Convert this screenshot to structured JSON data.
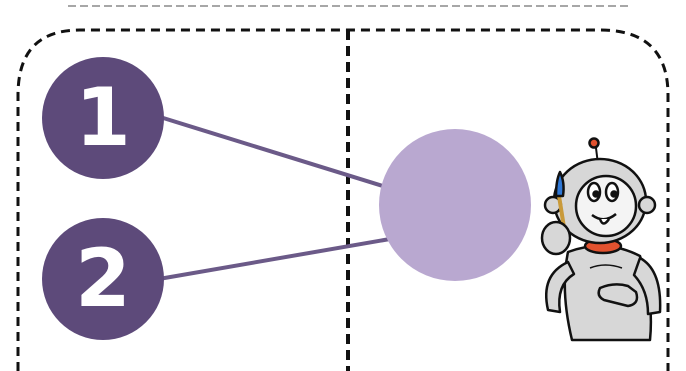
{
  "diagram": {
    "nodes": [
      {
        "id": "node-1",
        "label": "1"
      },
      {
        "id": "node-2",
        "label": "2"
      }
    ],
    "target": {
      "id": "result-node",
      "label": ""
    },
    "connections": [
      {
        "from": "node-1",
        "to": "result-node"
      },
      {
        "from": "node-2",
        "to": "result-node"
      }
    ],
    "colors": {
      "node_fill": "#5d4a7a",
      "node_text": "#ffffff",
      "target_fill": "#b9a8d0",
      "connector": "#6b5a88",
      "border": "#111111",
      "robot_body": "#d7d7d7",
      "robot_accent": "#e2522f"
    },
    "robot": {
      "icon": "robot-with-paintbrush-icon"
    }
  }
}
